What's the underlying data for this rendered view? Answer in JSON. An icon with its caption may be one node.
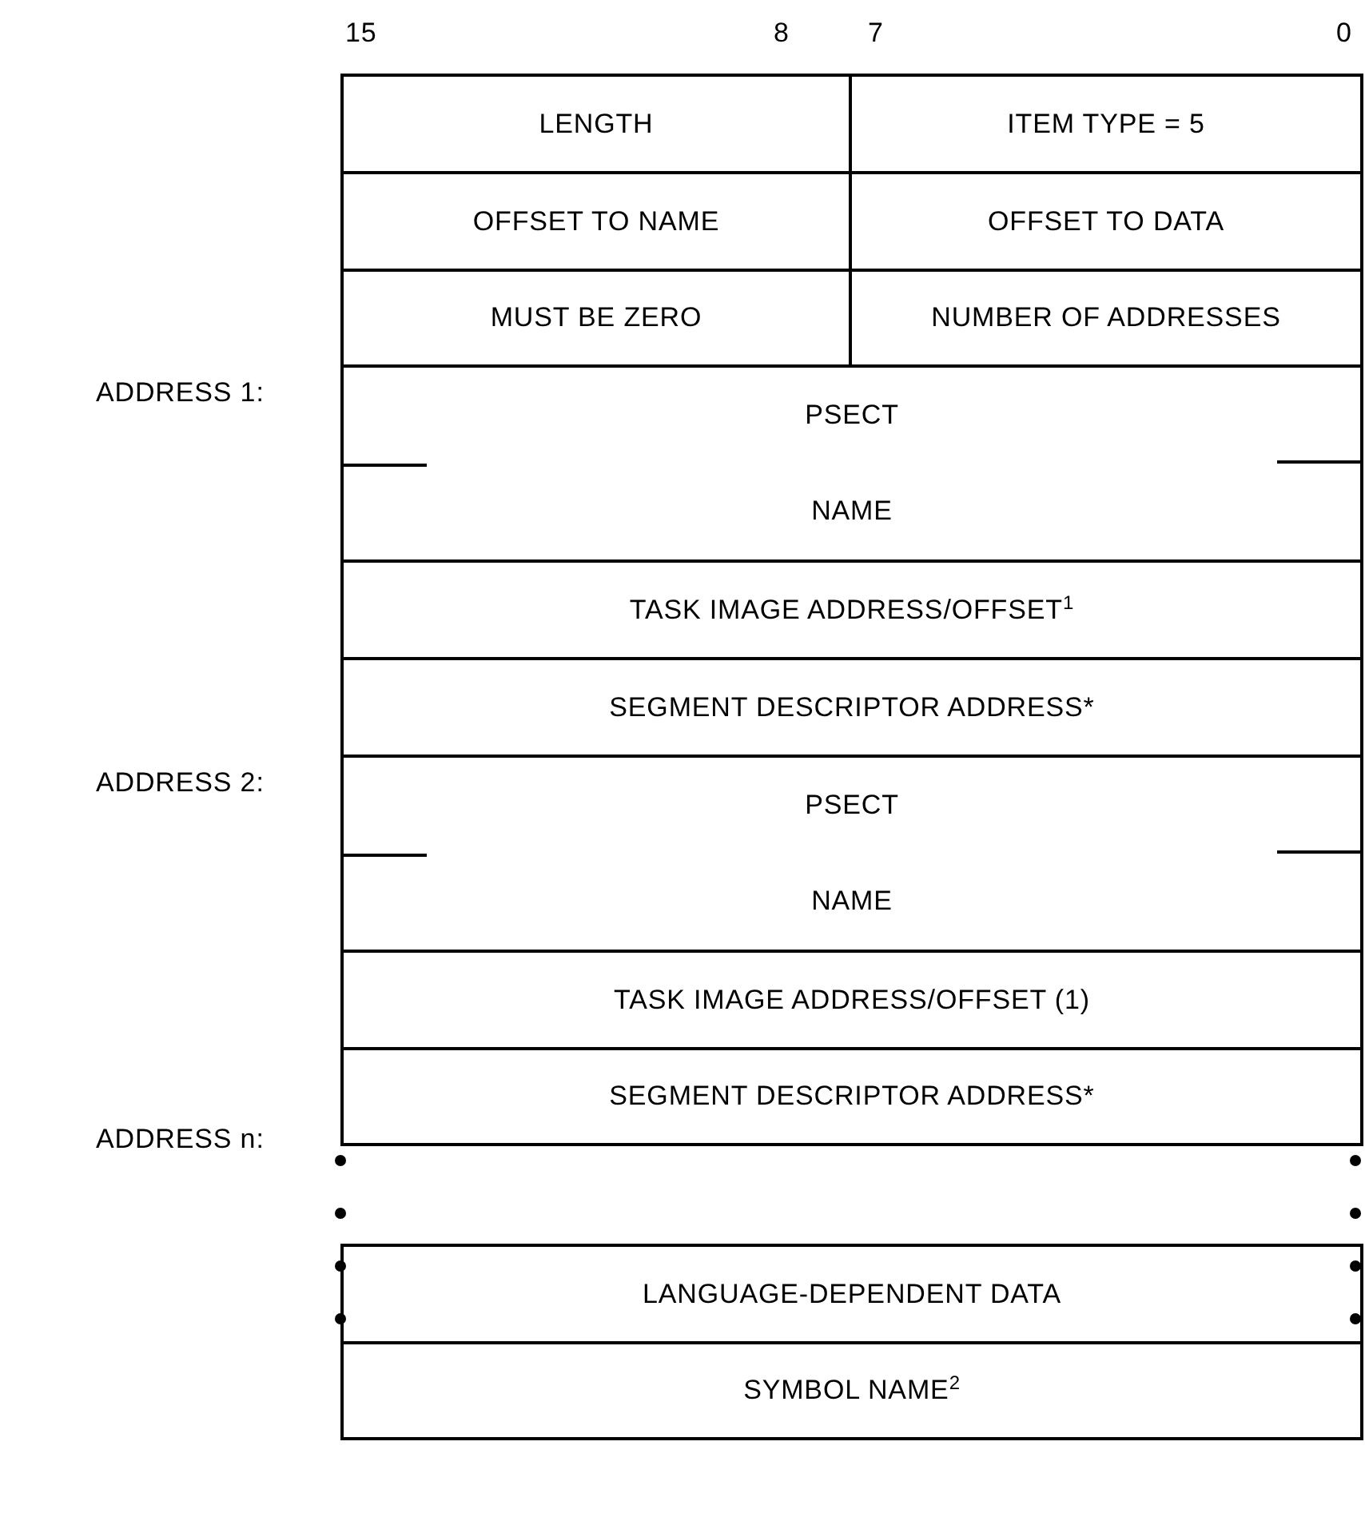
{
  "diagram": {
    "nodes": [
      {
        "text": [
          "LENGTH"
        ]
      },
      {
        "text": [
          "ITEM TYPE = 5"
        ]
      },
      {
        "text": [
          "OFFSET TO NAME"
        ]
      },
      {
        "text": [
          "OFFSET TO DATA"
        ]
      },
      {
        "text": [
          "MUST BE ZERO"
        ]
      },
      {
        "text": [
          "NUMBER OF ADDRESSES"
        ]
      },
      {
        "text": [
          "PSECT",
          "NAME"
        ]
      },
      {
        "text": [
          "TASK IMAGE ADDRESS/OFFSET$^{1}$"
        ]
      },
      {
        "text": [
          "SEGMENT DESCRIPTOR ADDRESS*"
        ]
      },
      {
        "text": [
          "PSECT",
          "NAME"
        ]
      },
      {
        "text": [
          "TASK IMAGE ADDRESS/OFFSET (1)"
        ]
      },
      {
        "text": [
          "SEGMENT DESCRIPTOR ADDRESS*"
        ]
      },
      {
        "text": [
          "LANGUAGE-DEPENDENT DATA"
        ]
      },
      {
        "text": [
          "SYMBOL NAME$^{2}$"
        ]
      }
    ],
    "labels": [
      "15",
      "8",
      "7",
      "0",
      "ADDRESS 1:",
      "ADDRESS 2:",
      "ADDRESS n:"
    ]
  }
}
